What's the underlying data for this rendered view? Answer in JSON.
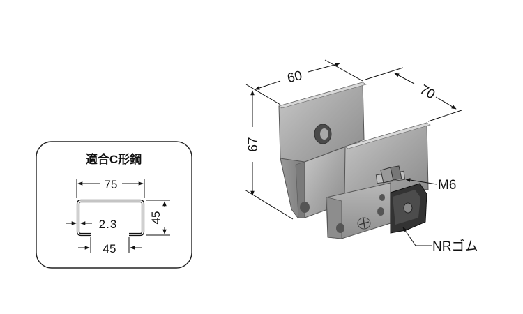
{
  "inset": {
    "title": "適合C形鋼",
    "dim_width": "75",
    "dim_height": "45",
    "dim_thickness": "2.3",
    "dim_opening": "45"
  },
  "bracket": {
    "dim_width": "60",
    "dim_depth": "70",
    "dim_height": "67",
    "bolt_label": "M6",
    "rubber_label": "NRゴム"
  }
}
